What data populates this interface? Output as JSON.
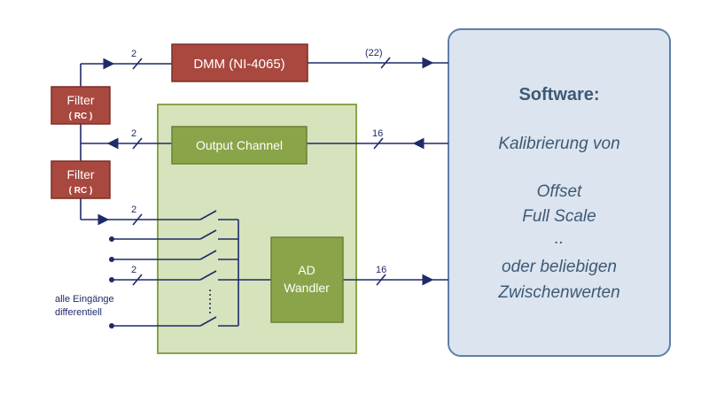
{
  "blocks": {
    "dmm": "DMM  (NI-4065)",
    "filter1_title": "Filter",
    "filter1_sub": "( RC )",
    "filter2_title": "Filter",
    "filter2_sub": "( RC )",
    "output_channel": "Output Channel",
    "ad_line1": "AD",
    "ad_line2": "Wandler"
  },
  "bus_labels": {
    "dmm_in": "2",
    "dmm_out": "(22)",
    "out_ch_left": "2",
    "out_ch_right": "16",
    "sw_in_top": "2",
    "sw_in_mid": "2",
    "ad_out": "16"
  },
  "software": {
    "title": "Software:",
    "lines": [
      "Kalibrierung  von",
      "Offset",
      "Full Scale",
      "..",
      "oder beliebigen",
      "Zwischenwerten"
    ]
  },
  "note": {
    "line1": "alle Eingänge",
    "line2": "differentiell"
  },
  "colors": {
    "dmm_fill": "#a9483f",
    "filter_fill": "#a9483f",
    "green_panel": "#d6e3bc",
    "green_block": "#8aa44a",
    "software_fill": "#dce4f0",
    "software_border": "#5f7fa8",
    "line": "#1f2a6b"
  }
}
